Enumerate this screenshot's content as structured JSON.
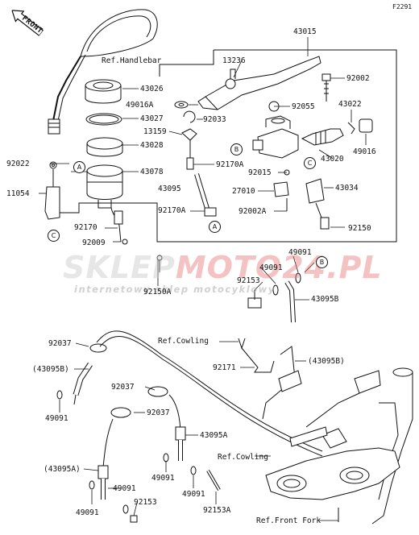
{
  "figure_id": "F2291",
  "front_marker": "FRONT",
  "watermark": {
    "brand_left": "SKLEP",
    "brand_right": "MOTO",
    "brand_tail": "24.PL",
    "tagline": "internetowy sklep motocyklowy"
  },
  "parts": {
    "p43015": "43015",
    "p13236": "13236",
    "p43026": "43026",
    "p92002": "92002",
    "p49016A": "49016A",
    "p92055": "92055",
    "p43022": "43022",
    "p43027": "43027",
    "p92033": "92033",
    "p13159": "13159",
    "p49016": "49016",
    "p43028": "43028",
    "p43020": "43020",
    "p92022": "92022",
    "p92170A_top": "92170A",
    "p43078": "43078",
    "p92015": "92015",
    "p11054": "11054",
    "p43095": "43095",
    "p27010": "27010",
    "p43034": "43034",
    "p92170A": "92170A",
    "p92002A": "92002A",
    "p92170": "92170",
    "p92150": "92150",
    "p92009": "92009",
    "p49091_a": "49091",
    "p49091_b": "49091",
    "p92150A": "92150A",
    "p92153_top": "92153",
    "p43095B": "43095B",
    "p92037_a": "92037",
    "p92171": "92171",
    "p43095B_paren_right": "(43095B)",
    "p43095B_paren_left": "(43095B)",
    "p92037_b": "92037",
    "p49091_c": "49091",
    "p92037_c": "92037",
    "p43095A": "43095A",
    "p43095A_paren": "(43095A)",
    "p49091_d": "49091",
    "p49091_e": "49091",
    "p49091_f": "49091",
    "p92153": "92153",
    "p92153A": "92153A"
  },
  "references": {
    "handlebar": "Ref.Handlebar",
    "cowling_top": "Ref.Cowling",
    "cowling_bottom": "Ref.Cowling",
    "front_fork": "Ref.Front Fork"
  },
  "callouts": {
    "A1": "A",
    "A2": "A",
    "B1": "B",
    "B2": "B",
    "C1": "C",
    "C2": "C"
  }
}
